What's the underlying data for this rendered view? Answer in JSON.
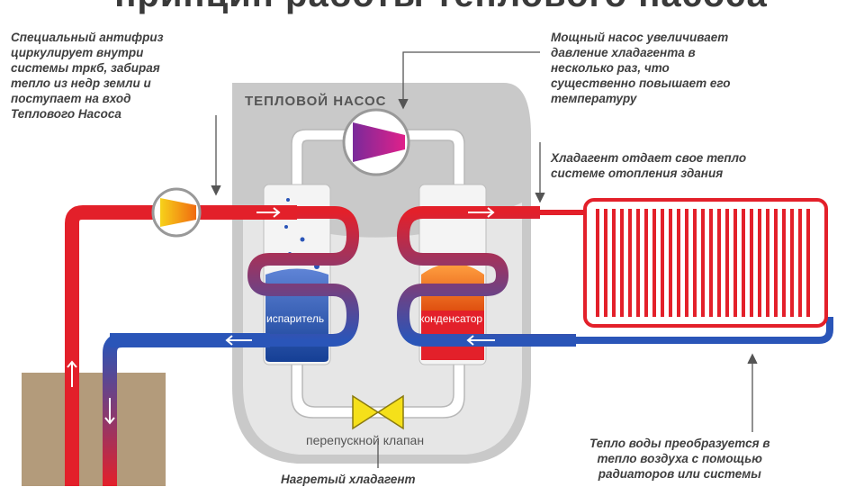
{
  "title": "принцип работы теплового насоса",
  "heat_pump_label": "ТЕПЛОВОЙ НАСОС",
  "evaporator_label": "испаритель",
  "condenser_label": "конденсатор",
  "valve_label": "перепускной клапан",
  "notes": {
    "left": [
      "Специальный антифриз",
      "циркулирует внутри",
      "системы тркб, забирая",
      "тепло из недр земли и",
      "поступает на вход",
      "Теплового Насоса"
    ],
    "top_right": [
      "Мощный насос увеличивает",
      "давление хладагента в",
      "несколько раз, что",
      "существенно повышает его",
      "температуру"
    ],
    "mid_right": [
      "Хладагент отдает свое тепло",
      "системе отопления здания"
    ],
    "bottom_right": [
      "Тепло воды преобразуется в",
      "тепло воздуха  с помощью",
      "радиаторов или системы"
    ],
    "bottom": [
      "Нагретый хладагент"
    ]
  },
  "colors": {
    "hot": "#e3202a",
    "cold": "#2a55b8",
    "housing": "#c9c9c9",
    "housing_inner": "#e4e4e4",
    "tube": "#ffffff",
    "ground": "#b39b7b",
    "valve": "#f5e01a",
    "compressor": "#b01f8c",
    "evaporator_liquid": "#1c54b0",
    "condenser_liquid": "#f07a1c"
  }
}
